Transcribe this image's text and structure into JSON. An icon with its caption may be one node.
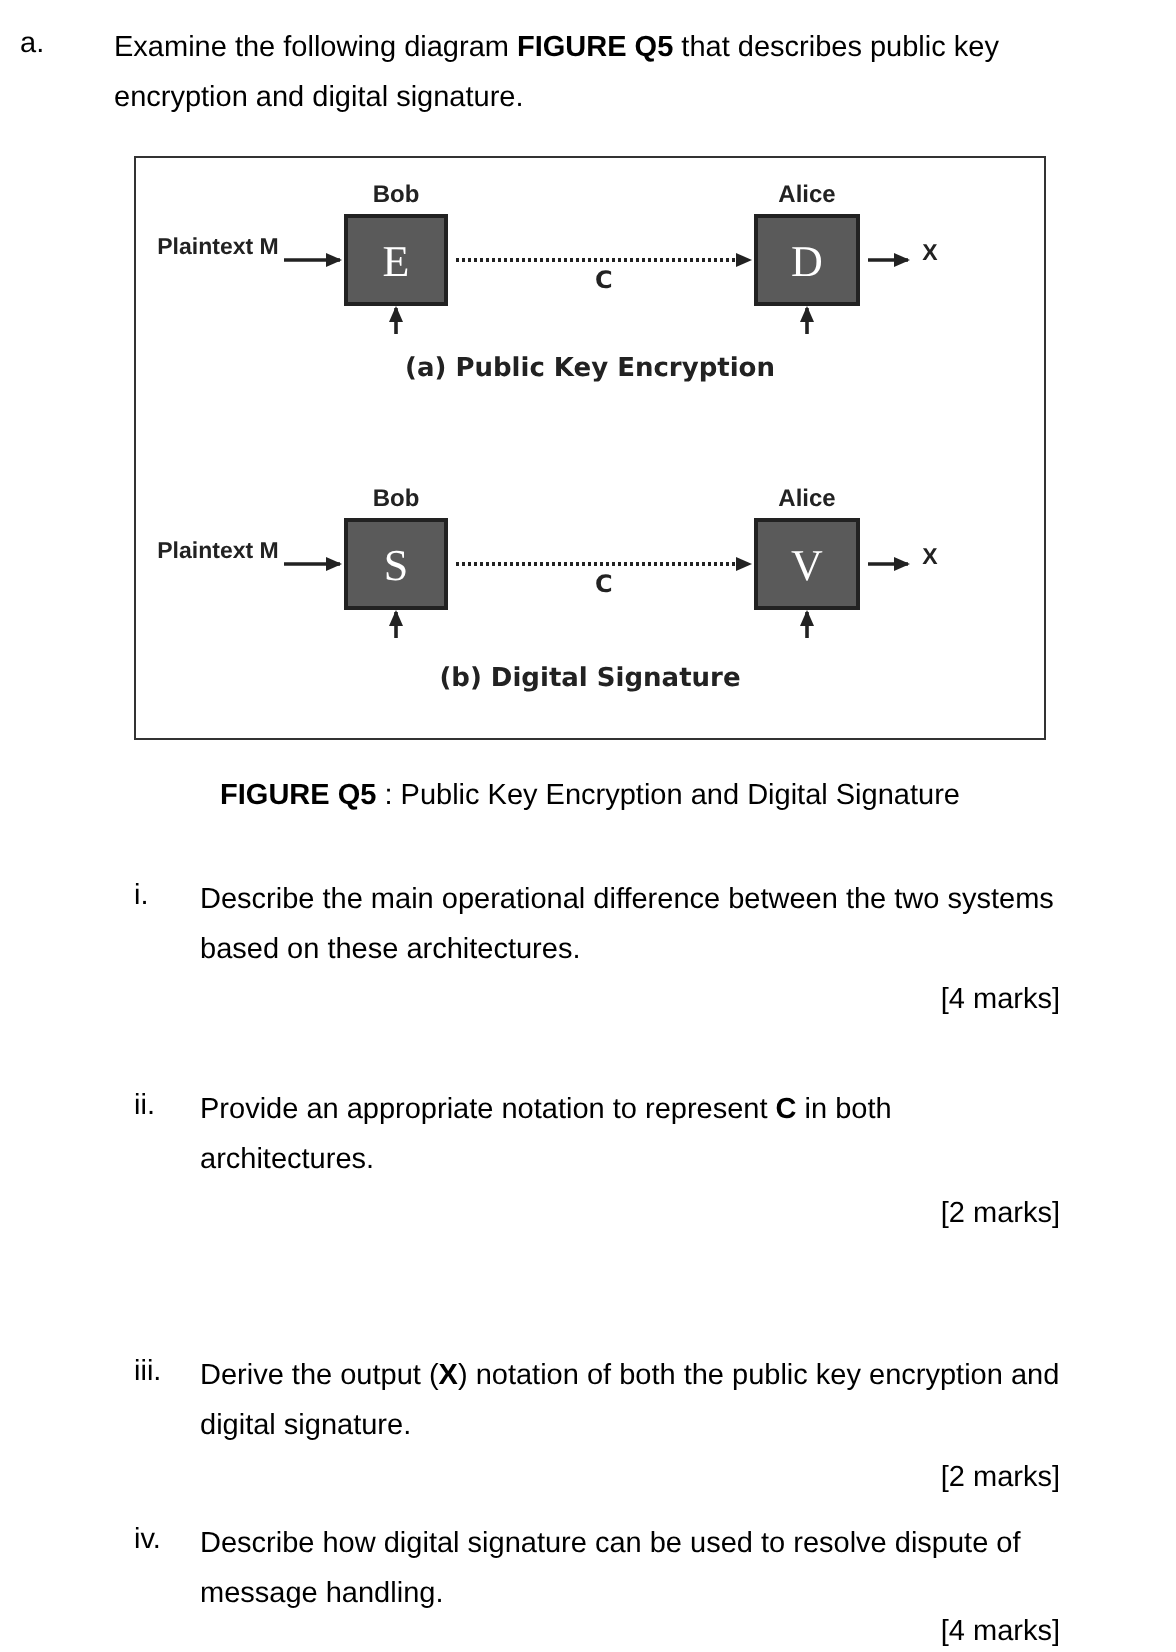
{
  "diagram": {
    "caption": "**FIGURE Q5** : Public Key Encryption and Digital Signature",
    "nodes": [
      {
        "text": [
          "Plaintext M"
        ]
      },
      {
        "text": [
          "E"
        ],
        "beside": [
          "Bob"
        ]
      },
      {
        "text": [
          "D"
        ],
        "beside": [
          "Alice"
        ]
      },
      {
        "text": [
          "X"
        ]
      },
      {
        "text": [
          "Plaintext M"
        ]
      },
      {
        "text": [
          "S"
        ],
        "beside": [
          "Bob"
        ]
      },
      {
        "text": [
          "V"
        ],
        "beside": [
          "Alice"
        ]
      },
      {
        "text": [
          "X"
        ]
      }
    ],
    "edges": [
      {
        "from": 0,
        "to": 1,
        "arrow": "to"
      },
      {
        "from": 1,
        "to": 2,
        "arrow": "to",
        "label": "C",
        "style": "dashed"
      },
      {
        "from": 2,
        "to": 3,
        "arrow": "to"
      },
      {
        "from": null,
        "to": 1,
        "arrow": "to"
      },
      {
        "from": null,
        "to": 2,
        "arrow": "to"
      },
      {
        "from": 4,
        "to": 5,
        "arrow": "to"
      },
      {
        "from": 5,
        "to": 6,
        "arrow": "to",
        "label": "C",
        "style": "dashed"
      },
      {
        "from": 6,
        "to": 7,
        "arrow": "to"
      },
      {
        "from": null,
        "to": 5,
        "arrow": "to"
      },
      {
        "from": null,
        "to": 6,
        "arrow": "to"
      }
    ],
    "labels": [
      "(a) Public Key Encryption",
      "(b) Digital Signature",
      "a.",
      "Examine the following diagram **FIGURE Q5** that describes public key encryption and digital signature.",
      "i.",
      "Describe the main operational difference between the two systems based on these architectures.",
      "[4 marks]",
      "ii.",
      "Provide an appropriate notation to represent **C** in both architectures.",
      "[2 marks]",
      "iii.",
      "Derive the output (**X**) notation of both the public key encryption and digital signature.",
      "[2 marks]",
      "iv.",
      "Describe how digital signature can be used to resolve dispute of message handling.",
      "[4 marks]"
    ]
  }
}
